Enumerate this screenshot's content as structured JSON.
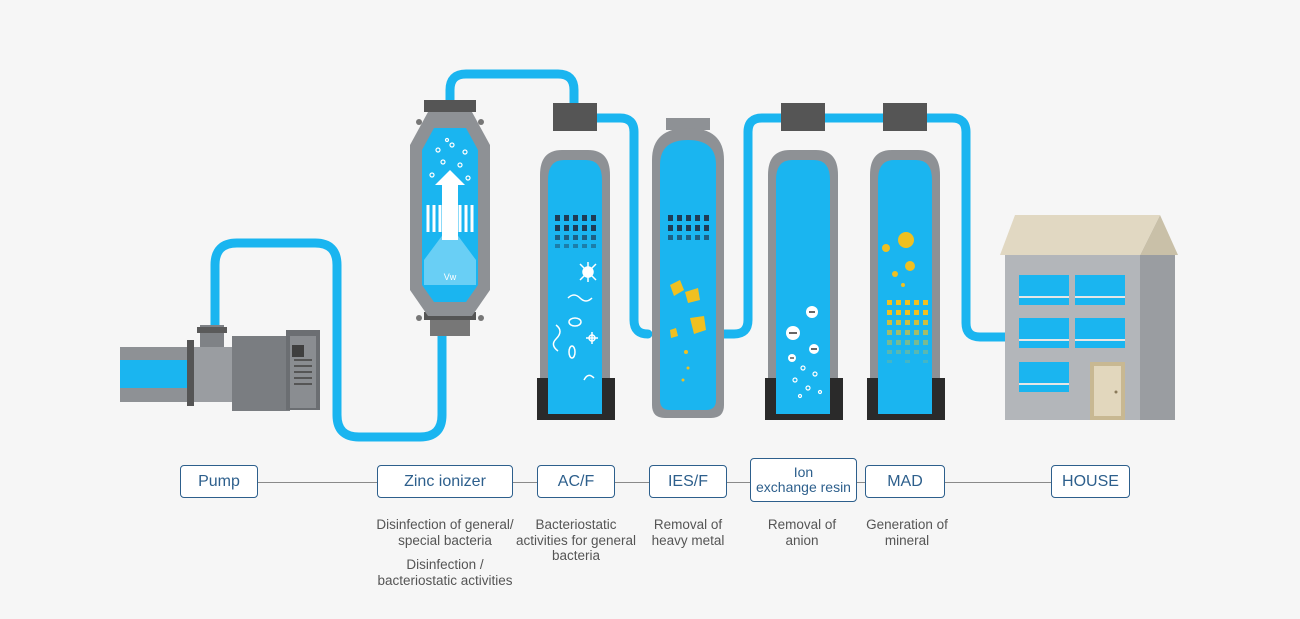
{
  "colors": {
    "water": "#1ab5f0",
    "tank_body": "#8a8d91",
    "cap": "#5a5a5a",
    "label_border": "#2d5f8c",
    "particle": "#f0c020"
  },
  "stages": [
    {
      "id": "pump",
      "label": "Pump",
      "descriptions": []
    },
    {
      "id": "zinc",
      "label": "Zinc ionizer",
      "descriptions": [
        "Disinfection of general/\nspecial bacteria",
        "Disinfection /\nbacteriostatic activities"
      ]
    },
    {
      "id": "acf",
      "label": "AC/F",
      "descriptions": [
        "Bacteriostatic\nactivities for general\nbacteria"
      ]
    },
    {
      "id": "iesf",
      "label": "IES/F",
      "descriptions": [
        "Removal of\nheavy metal"
      ]
    },
    {
      "id": "ion",
      "label": "Ion\nexchange resin",
      "descriptions": [
        "Removal of\nanion"
      ]
    },
    {
      "id": "mad",
      "label": "MAD",
      "descriptions": [
        "Generation of\nmineral"
      ]
    },
    {
      "id": "house",
      "label": "HOUSE",
      "descriptions": []
    }
  ],
  "icons": [
    "pump-icon",
    "zinc-ionizer-icon",
    "filter-tank-icon",
    "house-icon",
    "bacteria-icon",
    "anion-icon",
    "mineral-particle-icon"
  ]
}
